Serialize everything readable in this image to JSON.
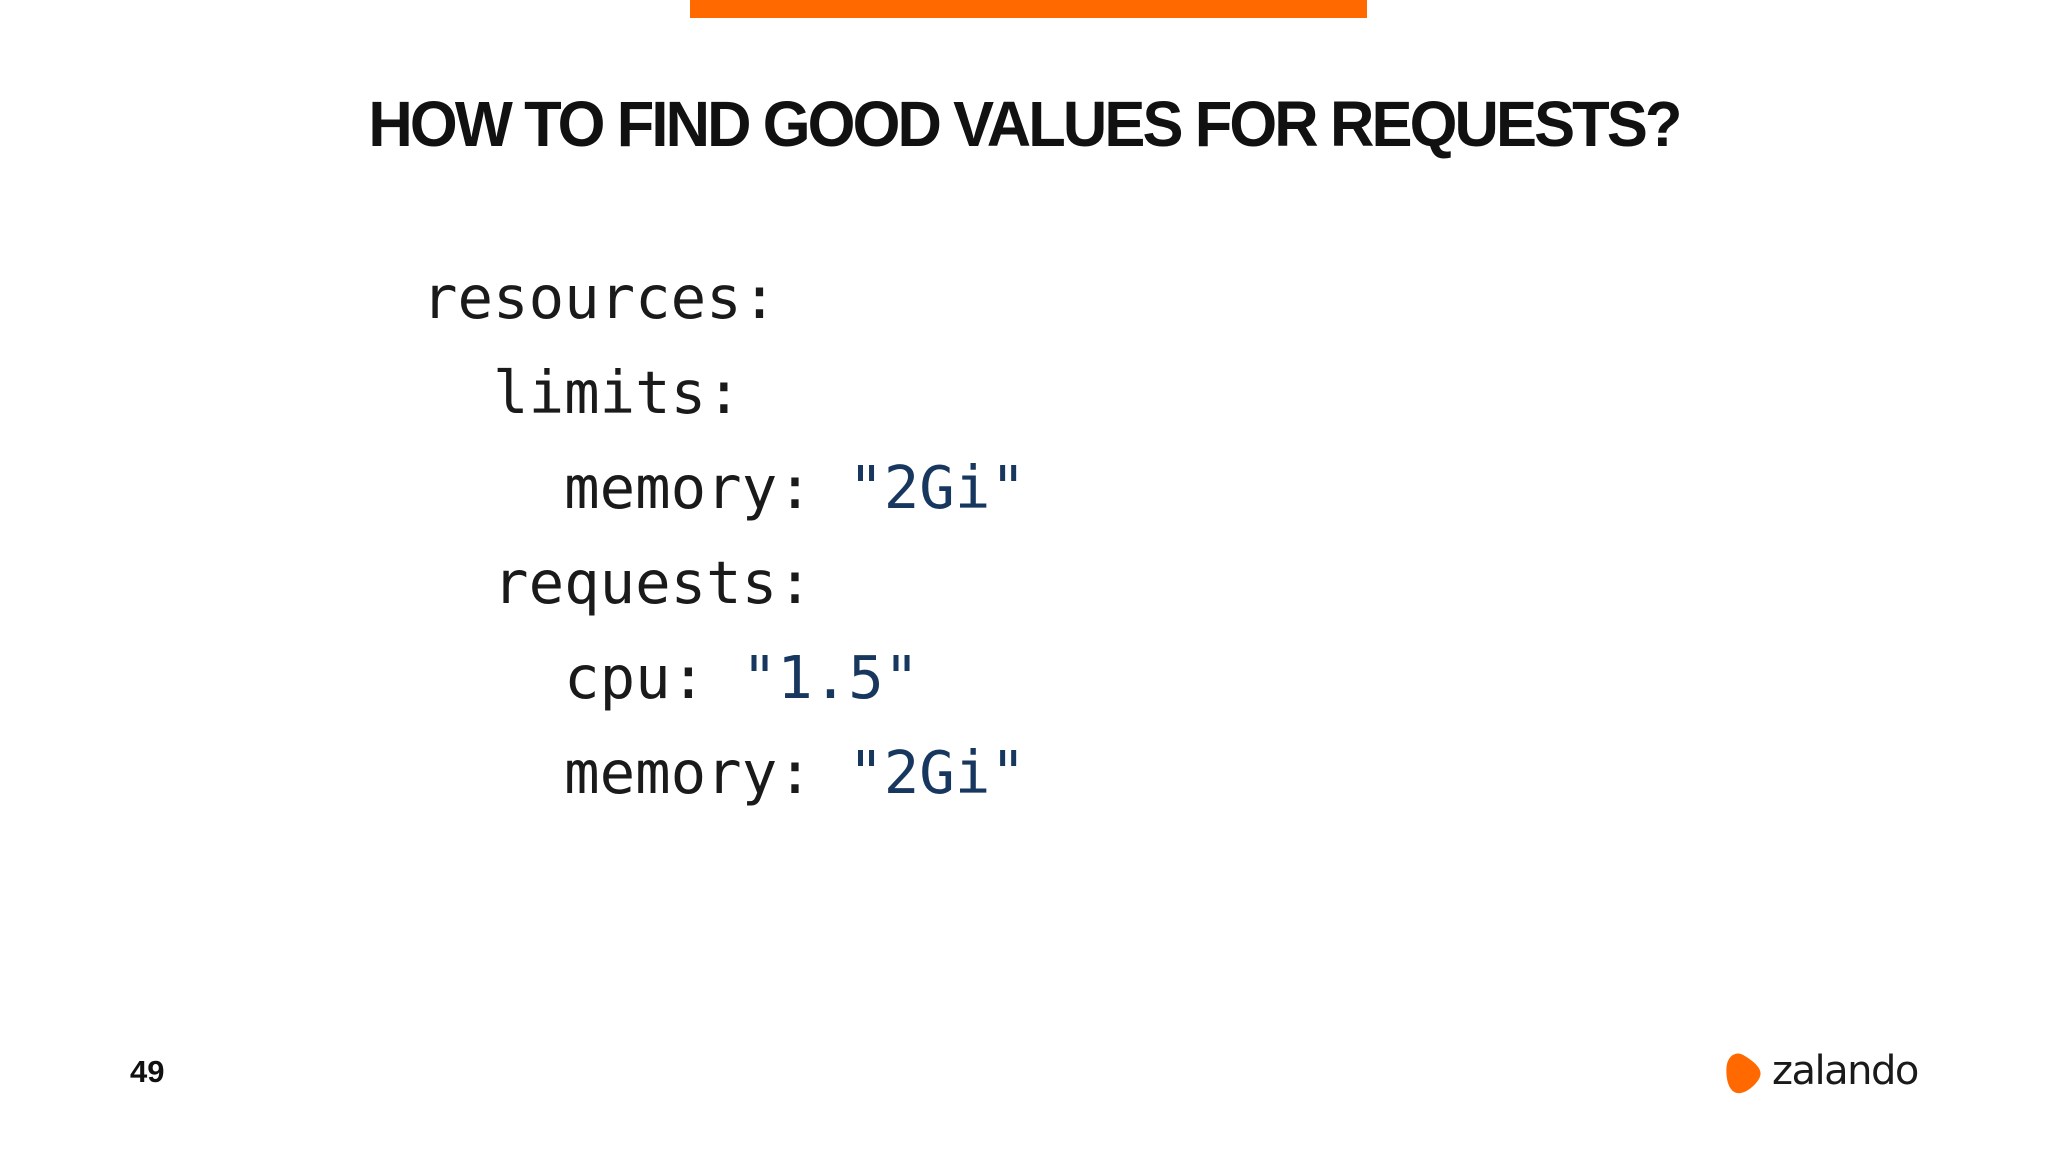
{
  "slide": {
    "title": "HOW TO FIND GOOD VALUES FOR REQUESTS?",
    "page_number": "49",
    "colors": {
      "accent_orange": "#FF6900",
      "title_text": "#111111",
      "code_text": "#1A1A1A",
      "code_value_blue": "#17375E"
    },
    "code": {
      "lines": [
        {
          "key": "resources:"
        },
        {
          "key": "  limits:"
        },
        {
          "key": "    memory: ",
          "value": "\"2Gi\""
        },
        {
          "key": "  requests:"
        },
        {
          "key": "    cpu: ",
          "value": "\"1.5\""
        },
        {
          "key": "    memory: ",
          "value": "\"2Gi\""
        }
      ]
    },
    "logo": {
      "icon": "zalando-logo-icon",
      "text": "zalando"
    }
  }
}
